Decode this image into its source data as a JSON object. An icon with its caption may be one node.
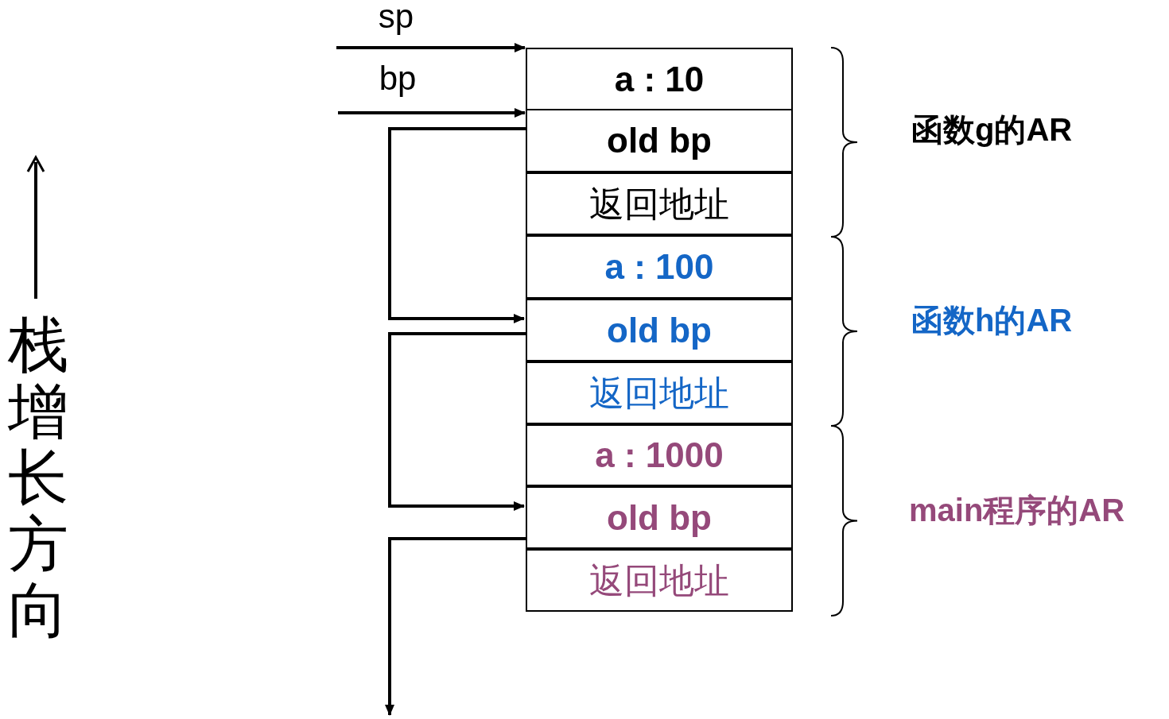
{
  "diagram": {
    "nodes": [
      {
        "text": [
          "sp"
        ]
      },
      {
        "text": [
          "bp"
        ]
      },
      {
        "text": [
          "a : 10"
        ]
      },
      {
        "text": [
          "old bp"
        ]
      },
      {
        "text": [
          "返回地址"
        ]
      },
      {
        "text": [
          "a : 100"
        ]
      },
      {
        "text": [
          "old bp"
        ]
      },
      {
        "text": [
          "返回地址"
        ]
      },
      {
        "text": [
          "a : 1000"
        ]
      },
      {
        "text": [
          "old bp"
        ]
      },
      {
        "text": [
          "返回地址"
        ]
      }
    ],
    "edges": [
      {
        "from": 0,
        "to": 2,
        "arrow": "to"
      },
      {
        "from": 1,
        "to": 3,
        "arrow": "to"
      },
      {
        "from": 3,
        "to": 6,
        "arrow": "to"
      },
      {
        "from": 6,
        "to": 9,
        "arrow": "to"
      },
      {
        "from": 9,
        "to": null,
        "arrow": "to"
      }
    ],
    "labels": [
      "函数g的AR",
      "函数h的AR",
      "main程序的AR",
      "栈增长方向"
    ]
  }
}
